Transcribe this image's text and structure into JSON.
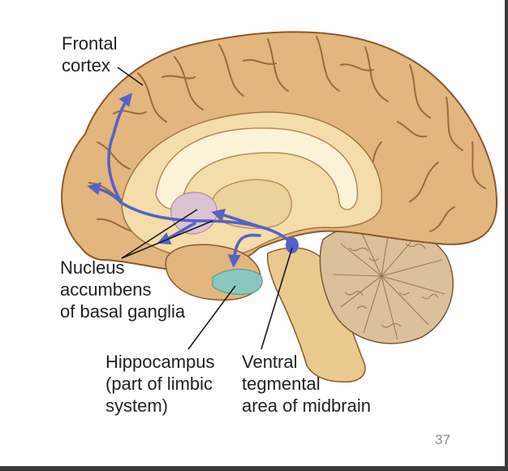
{
  "labels": {
    "frontal_cortex": [
      "Frontal",
      "cortex"
    ],
    "nucleus_accumbens": [
      "Nucleus",
      "accumbens",
      "of basal ganglia"
    ],
    "hippocampus": [
      "Hippocampus",
      "(part of limbic",
      "system)"
    ],
    "vta": [
      "Ventral",
      "tegmental",
      "area of midbrain"
    ]
  },
  "page_number": "37",
  "colors": {
    "cortex": "#e3b57f",
    "cortex_outline": "#8a5a2c",
    "sulcus": "#9b6a3a",
    "inner": "#f4dcab",
    "white_matter": "#fbf3d8",
    "brainstem": "#e9c98d",
    "cerebellum": "#dcc09b",
    "accumbens": "#dcc3d2",
    "hippocampus": "#8cc7bf",
    "pathway": "#5563c4",
    "leader": "#1a1a1a"
  }
}
